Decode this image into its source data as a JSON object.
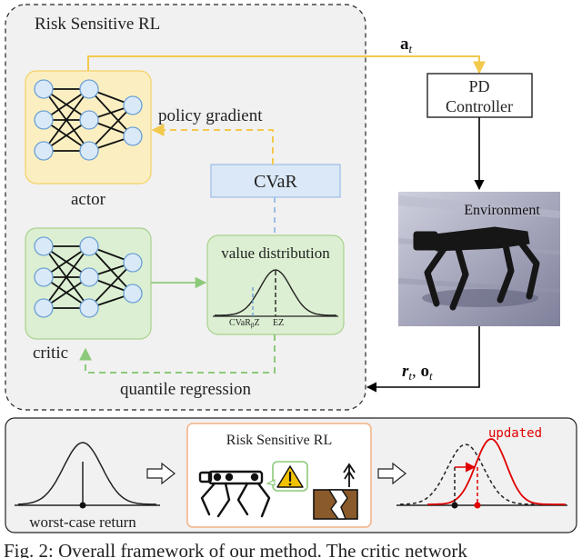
{
  "risk_panel": {
    "title": "Risk Sensitive RL"
  },
  "actor": {
    "label": "actor"
  },
  "critic": {
    "label": "critic"
  },
  "cvar_box": {
    "label": "CVaR"
  },
  "value_distribution": {
    "label": "value distribution",
    "cvar_mark": "CVaR",
    "cvar_sub": "β",
    "cvar_tail": "Z",
    "mean_mark": "EZ"
  },
  "arrows": {
    "policy_gradient": "policy gradient",
    "quantile_regression": "quantile regression",
    "action_main": "a",
    "action_sub": "t",
    "reward_main": "r",
    "reward_sub": "t",
    "obs_main": "o",
    "obs_sub": "t"
  },
  "pd_controller": {
    "line1": "PD",
    "line2": "Controller"
  },
  "environment": {
    "label": "Environment"
  },
  "bottom_panel": {
    "worst_case_label": "worst-case return",
    "inner_title": "Risk Sensitive RL",
    "updated_label": "updated"
  },
  "caption": {
    "text": "Fig. 2: Overall framework of our method. The critic network"
  },
  "colors": {
    "actor_fill": "#fbefc2",
    "actor_stroke": "#f4d166",
    "critic_fill": "#dcefd2",
    "critic_stroke": "#a9d18e",
    "node_fill": "#dae9f8",
    "node_stroke": "#6a9fd4",
    "cvar_fill": "#dbe8f7",
    "cvar_stroke": "#9dbde6",
    "yellow_link": "#f2c94c",
    "green_link": "#8cc97a",
    "blue_link": "#9dbde6",
    "red": "#e00000",
    "warning": "#f2c200",
    "hazard_brown": "#8b5a2b"
  }
}
